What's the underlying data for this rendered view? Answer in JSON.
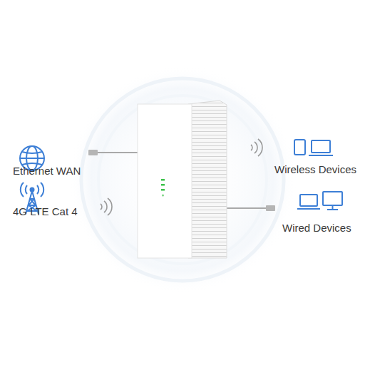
{
  "diagram": {
    "labels": [
      "Ethernet WAN",
      "Wireless Devices",
      "4G LTE Cat 4",
      "Wired Devices"
    ]
  }
}
